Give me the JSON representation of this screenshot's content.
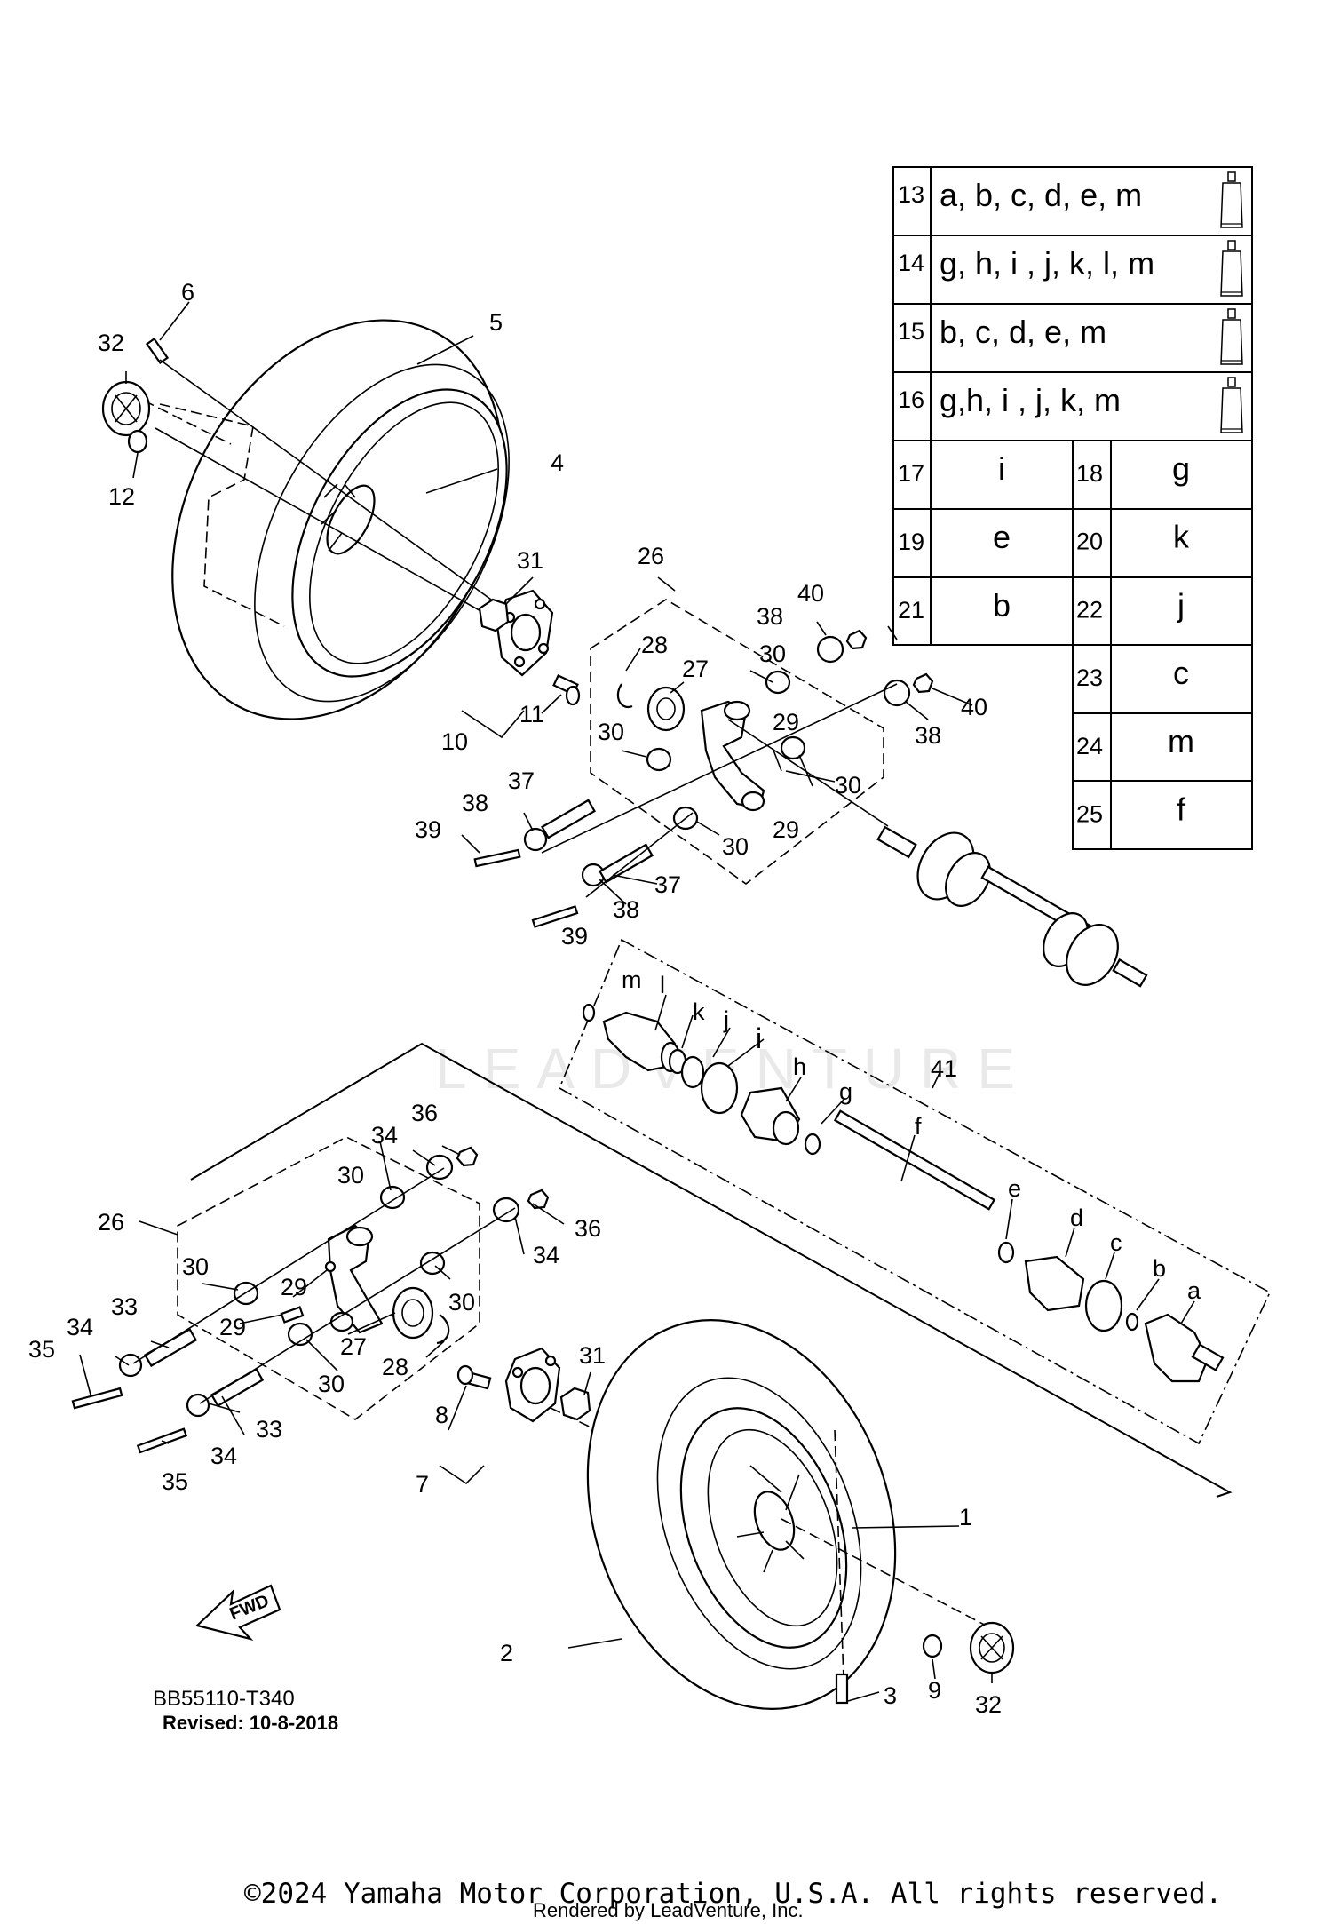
{
  "diagram": {
    "callouts": {
      "c1": "1",
      "c2": "2",
      "c3": "3",
      "c4": "4",
      "c5": "5",
      "c6": "6",
      "c7": "7",
      "c8": "8",
      "c9": "9",
      "c10": "10",
      "c11": "11",
      "c12": "12",
      "c26a": "26",
      "c26b": "26",
      "c27a": "27",
      "c27b": "27",
      "c28a": "28",
      "c28b": "28",
      "c29a": "29",
      "c29b": "29",
      "c29c": "29",
      "c29d": "29",
      "c30a": "30",
      "c30b": "30",
      "c30c": "30",
      "c30d": "30",
      "c30e": "30",
      "c30f": "30",
      "c30g": "30",
      "c30h": "30",
      "c31a": "31",
      "c31b": "31",
      "c32a": "32",
      "c32b": "32",
      "c33a": "33",
      "c33b": "33",
      "c34a": "34",
      "c34b": "34",
      "c34c": "34",
      "c34d": "34",
      "c35a": "35",
      "c35b": "35",
      "c36a": "36",
      "c36b": "36",
      "c37a": "37",
      "c37b": "37",
      "c38a": "38",
      "c38b": "38",
      "c38c": "38",
      "c38d": "38",
      "c39a": "39",
      "c39b": "39",
      "c40a": "40",
      "c40b": "40",
      "c41": "41"
    },
    "letters": {
      "a": "a",
      "b": "b",
      "c": "c",
      "d": "d",
      "e": "e",
      "f": "f",
      "g": "g",
      "h": "h",
      "i": "i",
      "j": "j",
      "k": "k",
      "l": "l",
      "m": "m"
    },
    "fwd_label": "FWD",
    "watermark": "LEADVENTURE"
  },
  "lubricant_table": [
    {
      "num": "13",
      "parts": "a, b, c, d, e, m",
      "icon": "grease-tube-icon"
    },
    {
      "num": "14",
      "parts": "g, h, i , j, k, l, m",
      "icon": "grease-tube-icon"
    },
    {
      "num": "15",
      "parts": "b, c, d, e, m",
      "icon": "grease-tube-icon"
    },
    {
      "num": "16",
      "parts": "g,h, i , j, k, m",
      "icon": "grease-tube-icon"
    }
  ],
  "code_table_left": [
    {
      "num": "17",
      "code": "i"
    },
    {
      "num": "19",
      "code": "e"
    },
    {
      "num": "21",
      "code": "b"
    }
  ],
  "code_table_right": [
    {
      "num": "18",
      "code": "g"
    },
    {
      "num": "20",
      "code": "k"
    },
    {
      "num": "22",
      "code": "j"
    },
    {
      "num": "23",
      "code": "c"
    },
    {
      "num": "24",
      "code": "m"
    },
    {
      "num": "25",
      "code": "f"
    }
  ],
  "footer": {
    "ref_code": "BB55110-T340",
    "revised": "Revised: 10-8-2018",
    "copyright": "©2024 Yamaha Motor Corporation, U.S.A. All rights reserved.",
    "rendered_by": "Rendered by LeadVenture, Inc."
  }
}
